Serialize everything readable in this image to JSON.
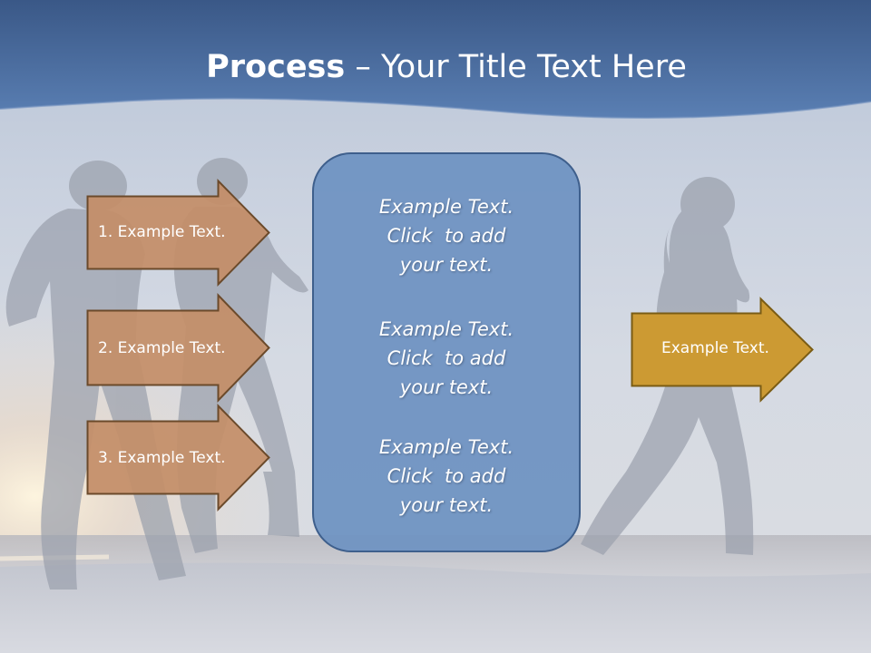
{
  "slide": {
    "title_bold": "Process",
    "title_rest": " – Your Title Text Here"
  },
  "left_arrows": [
    {
      "label": "1. Example Text."
    },
    {
      "label": "2. Example Text."
    },
    {
      "label": "3. Example Text."
    }
  ],
  "center_box": {
    "blocks": [
      {
        "lines": [
          "Example Text.",
          "Click  to add",
          "your text."
        ]
      },
      {
        "lines": [
          "Example Text.",
          "Click  to add",
          "your text."
        ]
      },
      {
        "lines": [
          "Example Text.",
          "Click  to add",
          "your text."
        ]
      }
    ]
  },
  "right_arrow": {
    "label": "Example Text."
  },
  "colors": {
    "header_blue": "#4d6e9f",
    "left_arrow_fill": "#c48e68",
    "left_arrow_border": "#6b4a2b",
    "center_box_fill": "#7094c2",
    "center_box_border": "#3e5f8c",
    "right_arrow_fill": "#cc9a33",
    "right_arrow_border": "#7a5c14"
  },
  "background": {
    "description_icon": "runners-silhouette-photo"
  }
}
